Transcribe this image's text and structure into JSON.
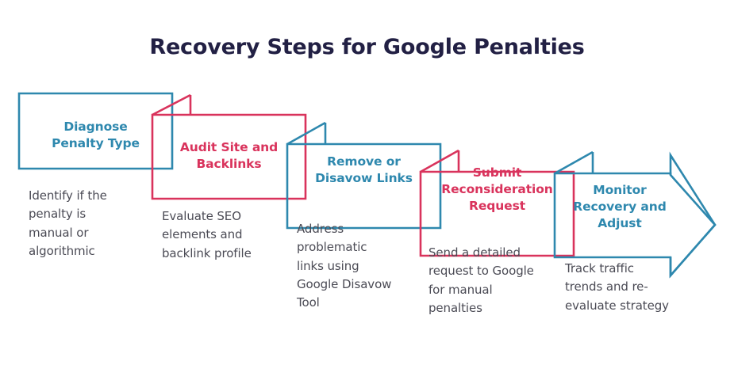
{
  "header": {
    "title": "Recovery Steps for Google Penalties",
    "title_color": "#222044"
  },
  "palette": {
    "blue": "#2e88ae",
    "red": "#d9335c",
    "body_text": "#4b4b55",
    "background": "#ffffff"
  },
  "steps": [
    {
      "index": 1,
      "label": "Diagnose\nPenalty Type",
      "label_line1": "Diagnose",
      "label_line2": "Penalty Type",
      "description": "Identify if the penalty is manual or algorithmic",
      "color": "#2e88ae",
      "color_name": "blue",
      "has_flag": false,
      "has_arrowhead": false
    },
    {
      "index": 2,
      "label": "Audit Site and\nBacklinks",
      "label_line1": "Audit Site and",
      "label_line2": "Backlinks",
      "description": "Evaluate SEO elements and backlink profile",
      "color": "#d9335c",
      "color_name": "red",
      "has_flag": true,
      "has_arrowhead": false
    },
    {
      "index": 3,
      "label": "Remove or\nDisavow Links",
      "label_line1": "Remove or",
      "label_line2": "Disavow Links",
      "description": "Address problematic links using Google Disavow Tool",
      "color": "#2e88ae",
      "color_name": "blue",
      "has_flag": true,
      "has_arrowhead": false
    },
    {
      "index": 4,
      "label": "Submit\nReconsideration\nRequest",
      "label_line1": "Submit",
      "label_line2": "Reconsideration",
      "label_line3": "Request",
      "description": "Send a detailed request to Google for manual penalties",
      "color": "#d9335c",
      "color_name": "red",
      "has_flag": true,
      "has_arrowhead": false
    },
    {
      "index": 5,
      "label": "Monitor\nRecovery and\nAdjust",
      "label_line1": "Monitor",
      "label_line2": "Recovery and",
      "label_line3": "Adjust",
      "description": "Track traffic trends and re-evaluate strategy",
      "color": "#2e88ae",
      "color_name": "blue",
      "has_flag": true,
      "has_arrowhead": true
    }
  ]
}
